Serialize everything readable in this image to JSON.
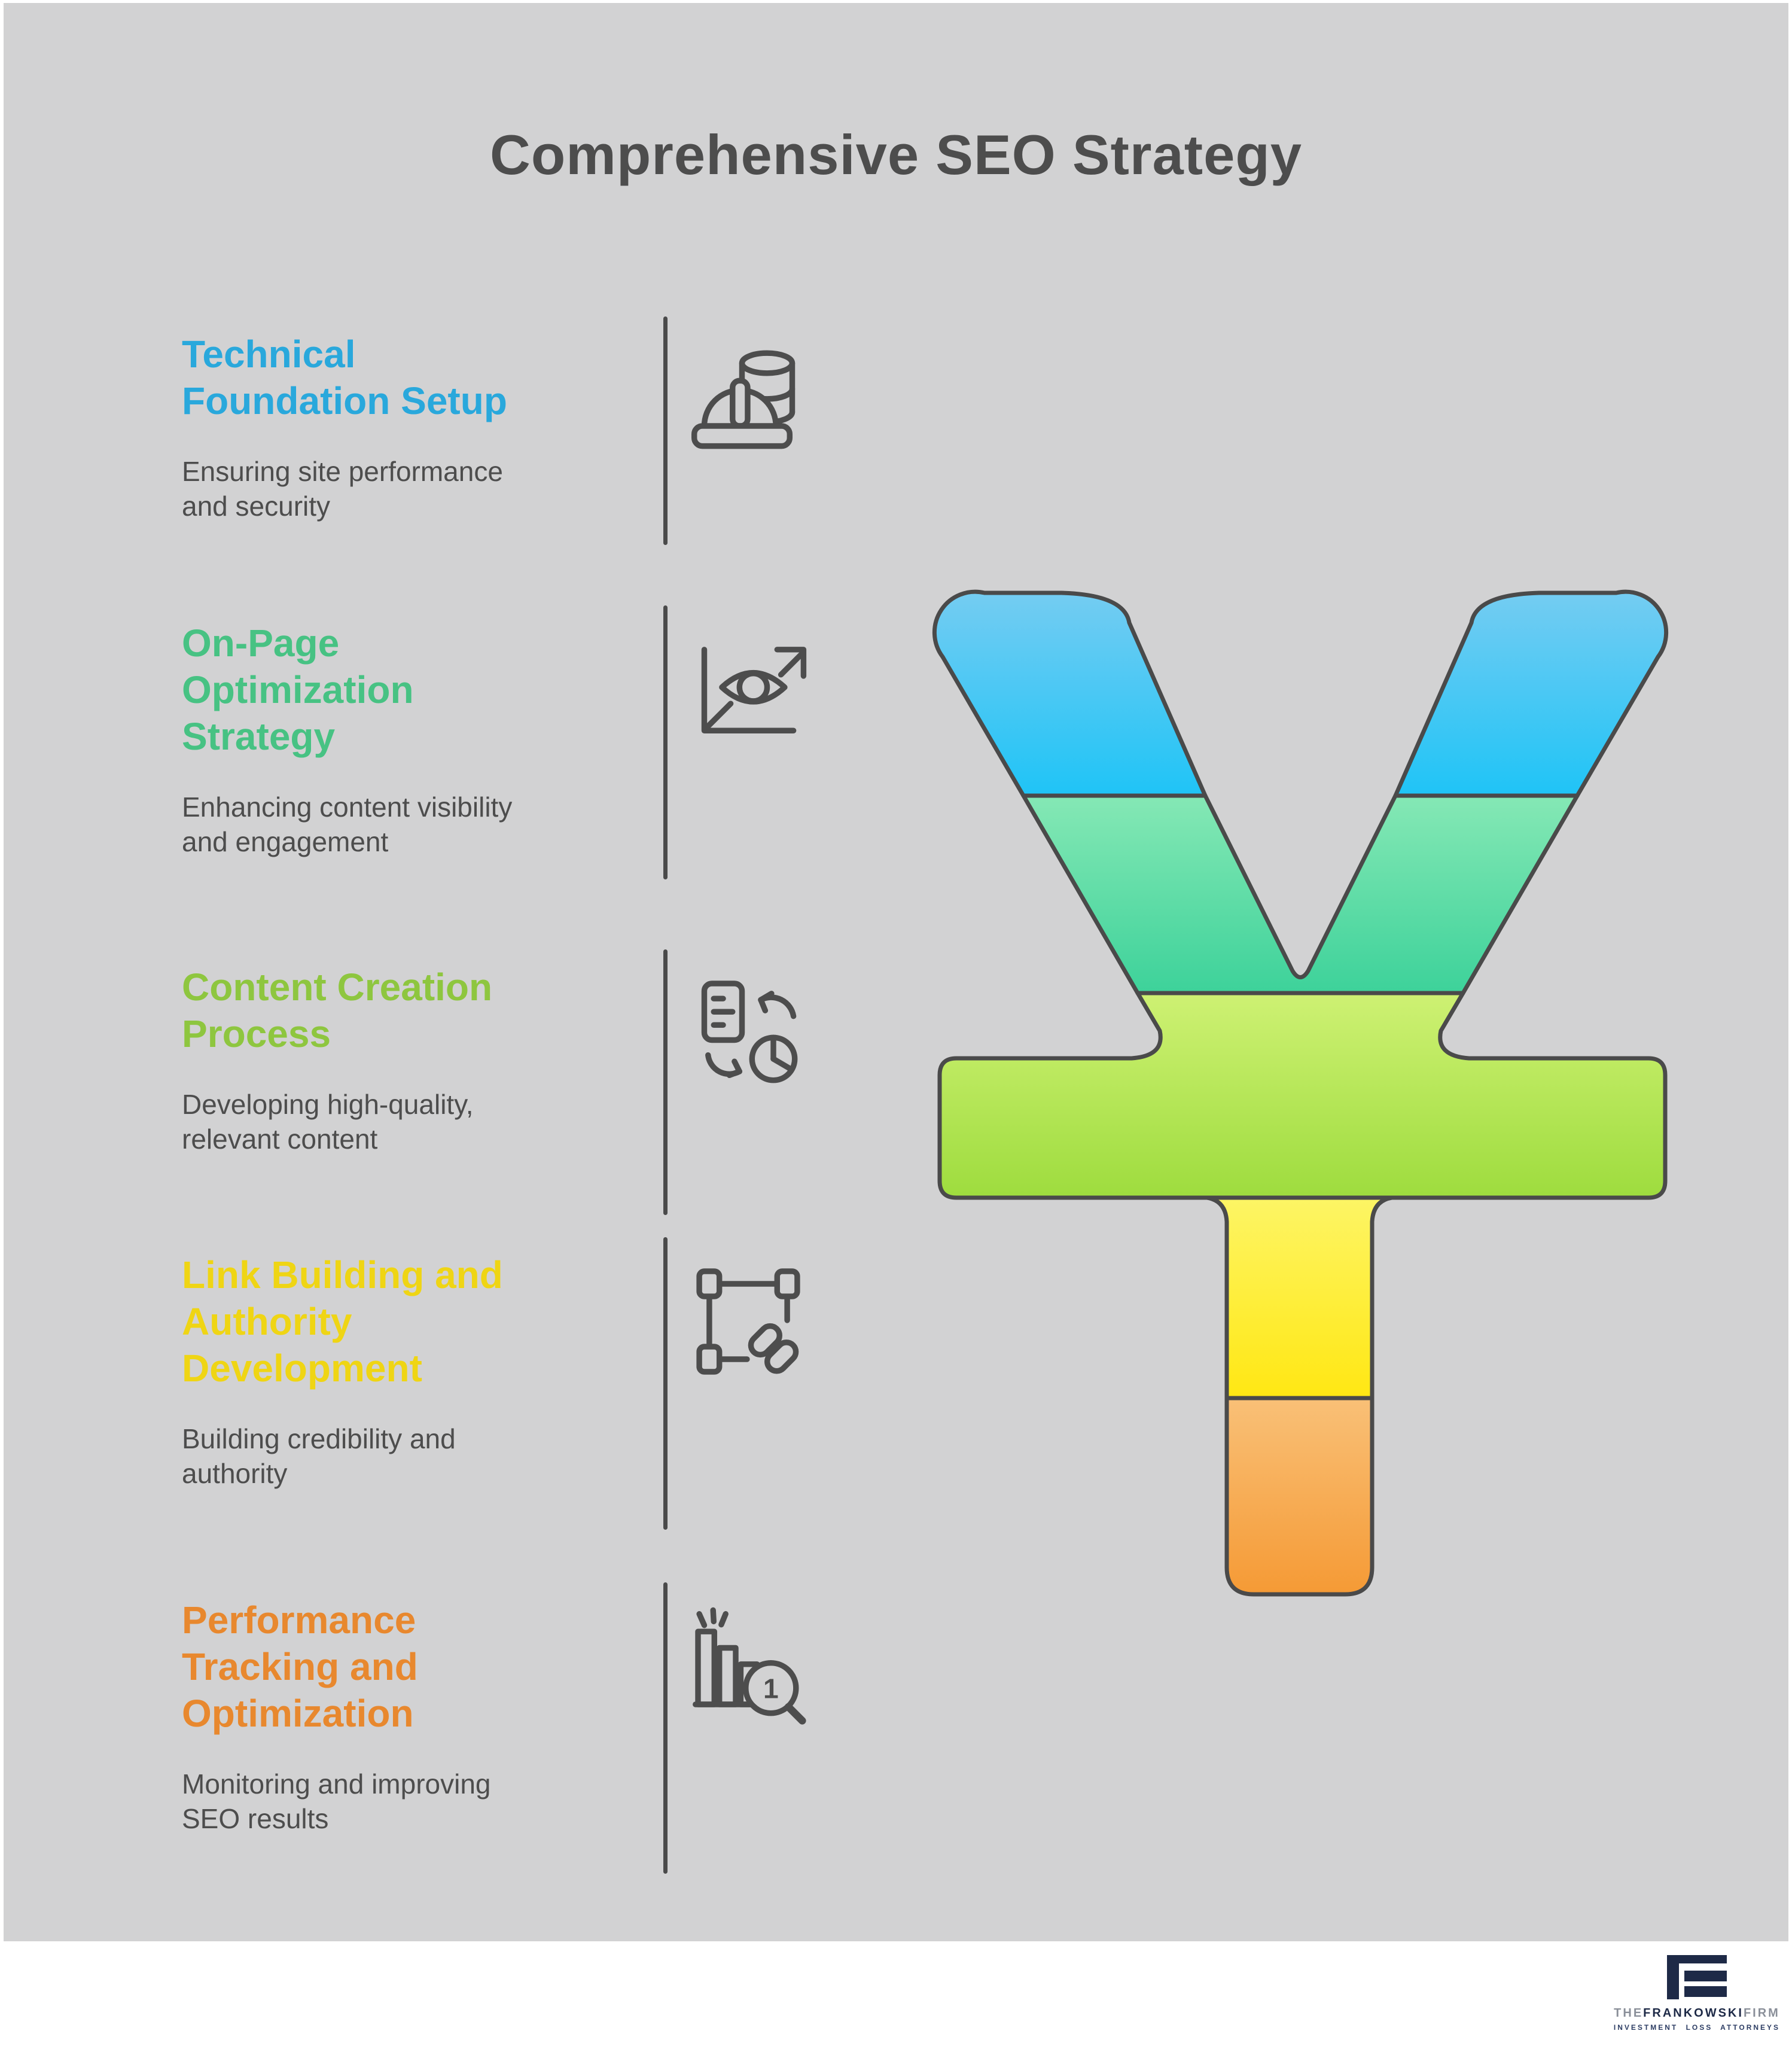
{
  "theme": {
    "canvas_background": "#d2d2d3",
    "page_background": "#ffffff",
    "text_dark": "#4d4d4d",
    "divider_color": "#4a4a4a",
    "icon_stroke": "#4d4d4d"
  },
  "title": "Comprehensive SEO Strategy",
  "sections": [
    {
      "heading": "Technical\nFoundation Setup",
      "description": "Ensuring site performance\nand security",
      "color": "#29a8dc",
      "icon": "hard-hat-database-icon"
    },
    {
      "heading": "On-Page\nOptimization\nStrategy",
      "description": "Enhancing content visibility\nand engagement",
      "color": "#47c283",
      "icon": "eye-growth-chart-icon"
    },
    {
      "heading": "Content Creation\nProcess",
      "description": "Developing high-quality,\nrelevant content",
      "color": "#8ec63f",
      "icon": "document-sync-pie-icon"
    },
    {
      "heading": "Link Building and\nAuthority\nDevelopment",
      "description": "Building credibility and\nauthority",
      "color": "#efd514",
      "icon": "nodes-chain-link-icon"
    },
    {
      "heading": "Performance\nTracking and\nOptimization",
      "description": "Monitoring and improving\nSEO results",
      "color": "#e8882e",
      "icon": "bar-chart-magnifier-icon",
      "badge": "1"
    }
  ],
  "funnel": {
    "shape": "y-funnel",
    "outline_color": "#4a4a4a",
    "segments": [
      {
        "name": "technical-foundation",
        "gradient_id": "grad-blue",
        "top": "#74ccf2",
        "bottom": "#1fc4f6"
      },
      {
        "name": "on-page-optimization",
        "gradient_id": "grad-green",
        "top": "#85e8b5",
        "bottom": "#3dd29a"
      },
      {
        "name": "content-creation",
        "gradient_id": "grad-lime",
        "top": "#cef173",
        "bottom": "#9edc3e"
      },
      {
        "name": "link-building",
        "gradient_id": "grad-yellow",
        "top": "#fdf565",
        "bottom": "#ffe713"
      },
      {
        "name": "performance-tracking",
        "gradient_id": "grad-orange",
        "top": "#f9c077",
        "bottom": "#f59a35"
      }
    ]
  },
  "logo": {
    "brand_color": "#1e2a47",
    "muted_color": "#8a8f99",
    "line1_pre": "THE",
    "line1_main": "FRANKOWSKI",
    "line1_post": "FIRM",
    "line2": "INVESTMENT LOSS ATTORNEYS"
  }
}
